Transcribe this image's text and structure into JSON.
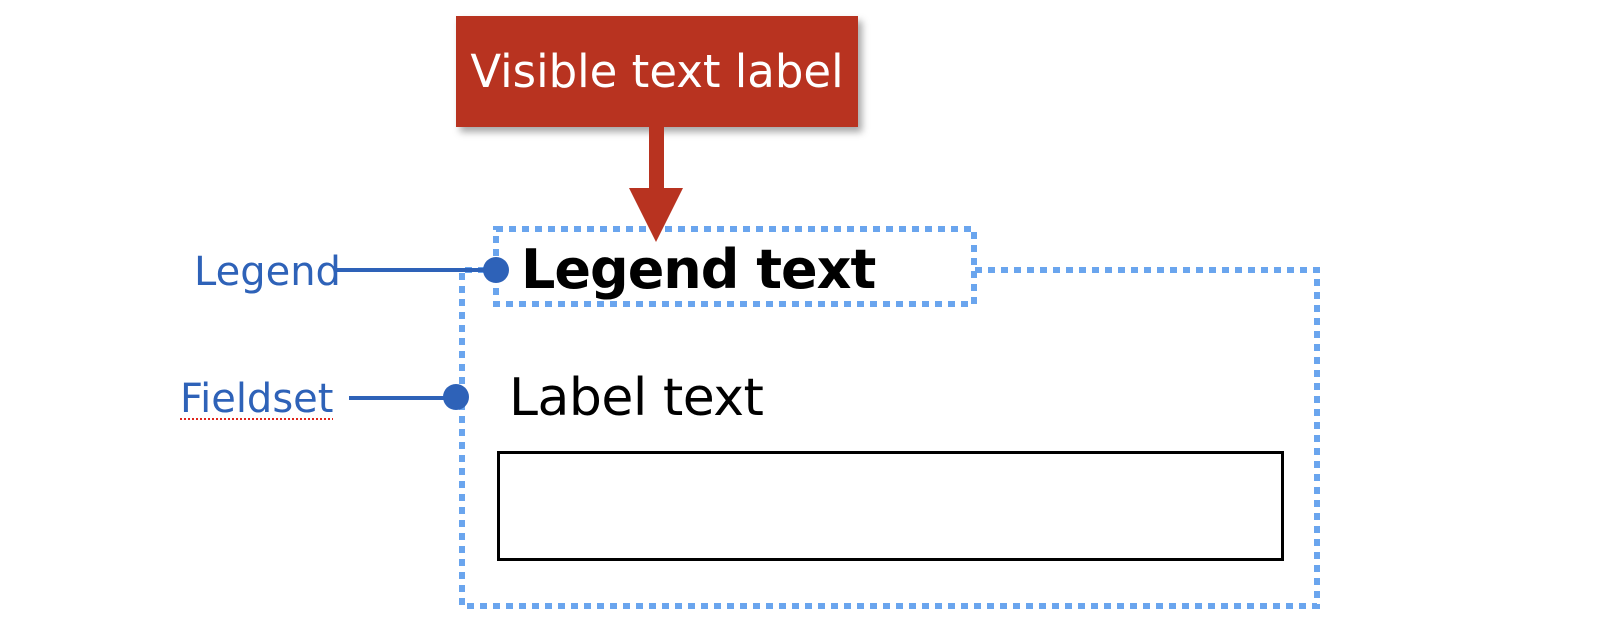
{
  "callout": {
    "text": "Visible text label",
    "color": "#b83320"
  },
  "annotations": {
    "legend_label": "Legend",
    "fieldset_label": "Fieldset",
    "color": "#2e62b8"
  },
  "form": {
    "legend_text": "Legend text",
    "field_label": "Label text",
    "input_value": ""
  },
  "outline_color": "#6aa5ee"
}
